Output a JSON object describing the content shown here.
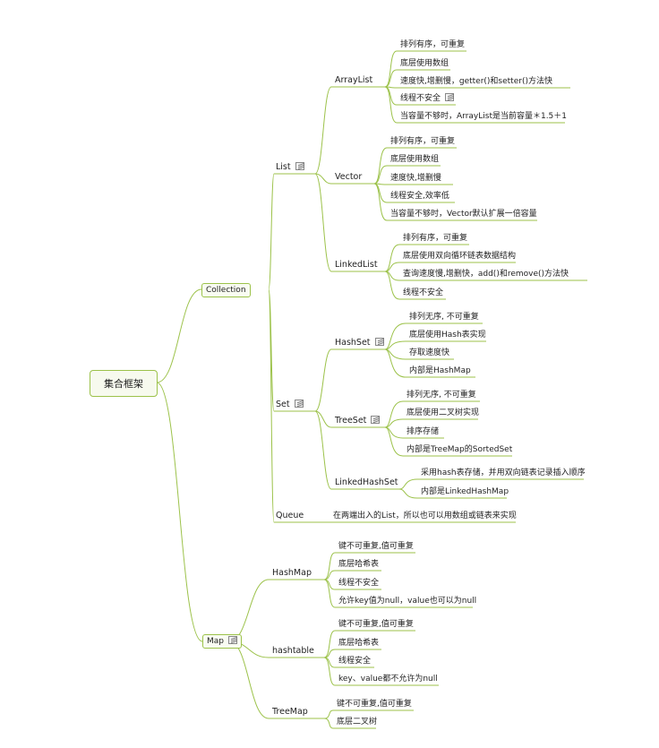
{
  "root": "集合框架",
  "collection": "Collection",
  "map": "Map",
  "list": "List",
  "set": "Set",
  "queue": "Queue",
  "queue_desc": "在两端出入的List，所以也可以用数组或链表来实现",
  "arraylist": {
    "name": "ArrayList",
    "items": [
      "排列有序，可重复",
      "底层使用数组",
      "速度快,增删慢，getter()和setter()方法快",
      "线程不安全",
      "当容量不够时，ArrayList是当前容量＊1.5＋1"
    ]
  },
  "vector": {
    "name": "Vector",
    "items": [
      "排列有序，可重复",
      "底层使用数组",
      "速度快,增删慢",
      "线程安全,效率低",
      "当容量不够时，Vector默认扩展一倍容量"
    ]
  },
  "linkedlist": {
    "name": "LinkedList",
    "items": [
      "排列有序，可重复",
      "底层使用双向循环链表数据结构",
      "查询速度慢,增删快，add()和remove()方法快",
      "线程不安全"
    ]
  },
  "hashset": {
    "name": "HashSet",
    "items": [
      "排列无序, 不可重复",
      "底层使用Hash表实现",
      "存取速度快",
      "内部是HashMap"
    ]
  },
  "treeset": {
    "name": "TreeSet",
    "items": [
      "排列无序, 不可重复",
      "底层使用二叉树实现",
      "排序存储",
      "内部是TreeMap的SortedSet"
    ]
  },
  "linkedhashset": {
    "name": "LinkedHashSet",
    "items": [
      "采用hash表存储，并用双向链表记录插入顺序",
      "内部是LinkedHashMap"
    ]
  },
  "hashmap": {
    "name": "HashMap",
    "items": [
      "键不可重复,值可重复",
      "底层哈希表",
      "线程不安全",
      "允许key值为null，value也可以为null"
    ]
  },
  "hashtable": {
    "name": "hashtable",
    "items": [
      "键不可重复,值可重复",
      "底层哈希表",
      "线程安全",
      "key、value都不允许为null"
    ]
  },
  "treemap": {
    "name": "TreeMap",
    "items": [
      "键不可重复,值可重复",
      "底层二叉树"
    ]
  },
  "colors": {
    "branch": "#9cc24a"
  }
}
